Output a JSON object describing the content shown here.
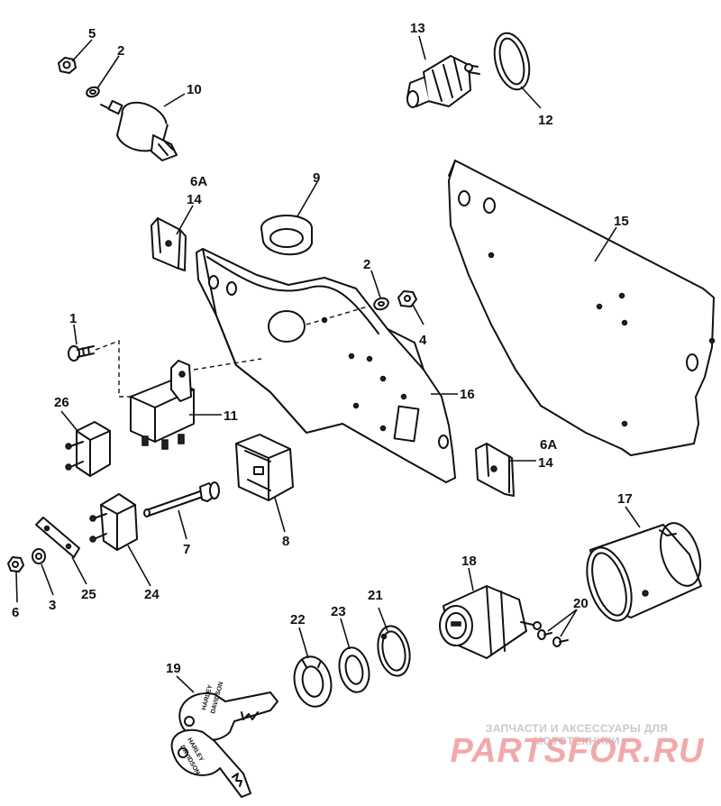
{
  "callouts": [
    {
      "id": "c5",
      "text": "5"
    },
    {
      "id": "c2a",
      "text": "2"
    },
    {
      "id": "c10",
      "text": "10"
    },
    {
      "id": "c13",
      "text": "13"
    },
    {
      "id": "c12",
      "text": "12"
    },
    {
      "id": "c6a1",
      "text": "6A"
    },
    {
      "id": "c14a",
      "text": "14"
    },
    {
      "id": "c9",
      "text": "9"
    },
    {
      "id": "c15",
      "text": "15"
    },
    {
      "id": "c2b",
      "text": "2"
    },
    {
      "id": "c1",
      "text": "1"
    },
    {
      "id": "c4",
      "text": "4"
    },
    {
      "id": "c26",
      "text": "26"
    },
    {
      "id": "c11",
      "text": "11"
    },
    {
      "id": "c16",
      "text": "16"
    },
    {
      "id": "c6a2",
      "text": "6A"
    },
    {
      "id": "c14b",
      "text": "14"
    },
    {
      "id": "c17",
      "text": "17"
    },
    {
      "id": "c7",
      "text": "7"
    },
    {
      "id": "c8",
      "text": "8"
    },
    {
      "id": "c18",
      "text": "18"
    },
    {
      "id": "c6",
      "text": "6"
    },
    {
      "id": "c3",
      "text": "3"
    },
    {
      "id": "c25",
      "text": "25"
    },
    {
      "id": "c24",
      "text": "24"
    },
    {
      "id": "c21",
      "text": "21"
    },
    {
      "id": "c20",
      "text": "20"
    },
    {
      "id": "c22",
      "text": "22"
    },
    {
      "id": "c23",
      "text": "23"
    },
    {
      "id": "c19",
      "text": "19"
    }
  ],
  "key_engraving": [
    "HARLEY",
    "DAVIDSON"
  ],
  "watermark": {
    "tagline": "ЗАПЧАСТИ И АКСЕССУАРЫ ДЛЯ МОТОТЕХНИКИ",
    "logo": "PARTSFOR.RU"
  }
}
